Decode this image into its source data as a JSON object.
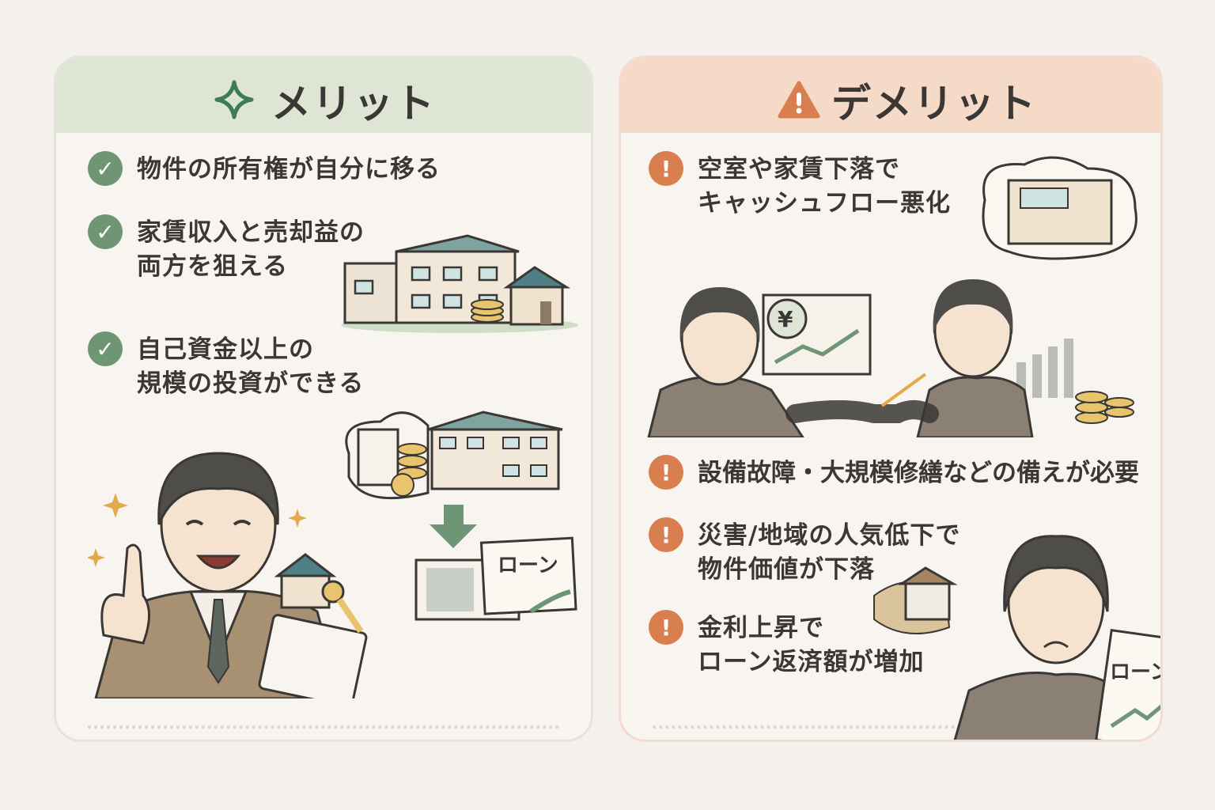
{
  "merit": {
    "title": "メリット",
    "icon": "sparkle-icon",
    "accent": "#3f7a59",
    "items": [
      {
        "text": "物件の所有権が自分に移る",
        "icon": "check-icon"
      },
      {
        "text": "家賃収入と売却益の\n両方を狙える",
        "icon": "check-icon"
      },
      {
        "text": "自己資金以上の\n規模の投資ができる",
        "icon": "check-icon"
      }
    ],
    "loan_doc_label": "ローン"
  },
  "demerit": {
    "title": "デメリット",
    "icon": "warning-icon",
    "accent": "#d97e4e",
    "items": [
      {
        "text": "空室や家賃下落で\nキャッシュフロー悪化",
        "icon": "exclamation-icon"
      },
      {
        "text": "設備故障・大規模修繕などの備えが必要",
        "icon": "exclamation-icon"
      },
      {
        "text": "災害/地域の人気低下で\n物件価値が下落",
        "icon": "exclamation-icon"
      },
      {
        "text": "金利上昇で\nローン返済額が増加",
        "icon": "exclamation-icon"
      }
    ],
    "yen_label": "¥",
    "loan_doc_label": "ローン"
  }
}
